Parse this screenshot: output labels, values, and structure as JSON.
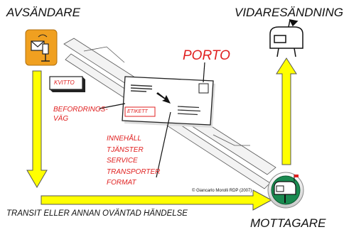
{
  "labels": {
    "sender": "AVSÄNDARE",
    "forwarding": "VIDARESÄNDNING",
    "transit": "TRANSIT ELLER ANNAN OVÄNTAD HÄNDELSE",
    "receiver": "MOTTAGARE"
  },
  "letter": {
    "postage": "PORTO",
    "label": "ETIKETT",
    "receipt": "KVITTO",
    "routing_line1": "BEFORDRINGS-",
    "routing_line2": "VÄG"
  },
  "attributes": [
    "INNEHÅLL",
    "TJÄNSTER",
    "SERVICE",
    "TRANSPORTER",
    "FORMAT"
  ],
  "copyright": "© Giancarlo Morolli RDP (2007)",
  "colors": {
    "arrow_fill": "#ffff00",
    "arrow_stroke": "#555555",
    "accent_red": "#e02020",
    "sender_icon_bg": "#f0a020",
    "receiver_icon_bg": "#1a8a50"
  }
}
